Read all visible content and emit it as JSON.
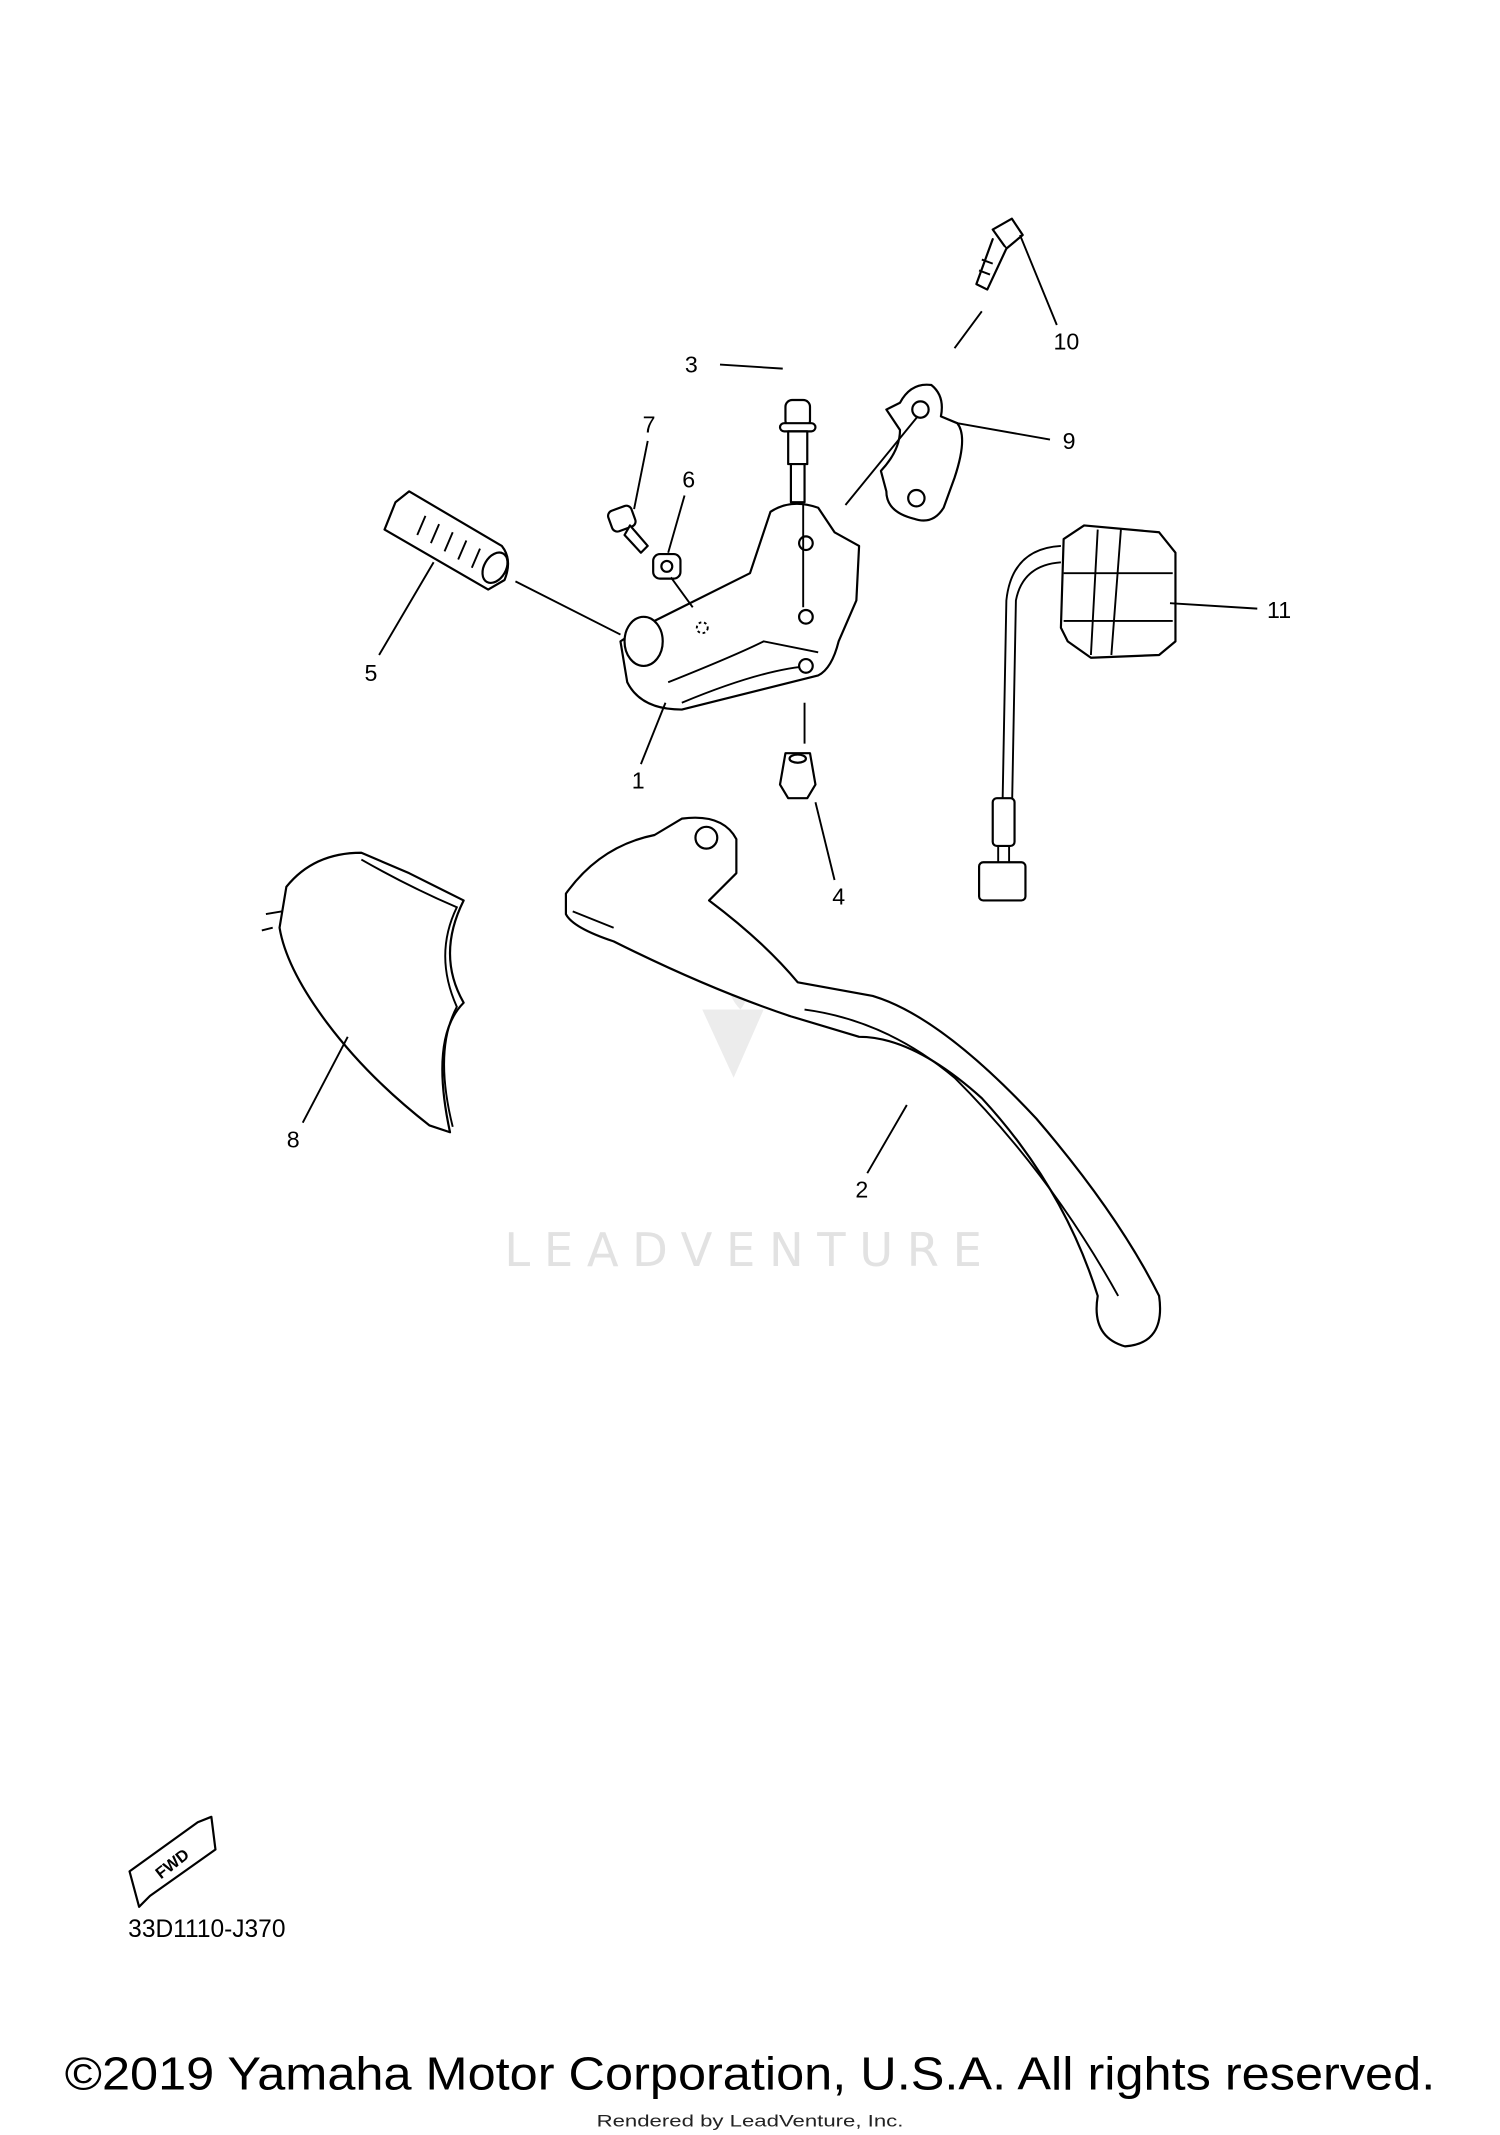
{
  "diagram": {
    "callouts": [
      "1",
      "2",
      "3",
      "4",
      "5",
      "6",
      "7",
      "8",
      "9",
      "10",
      "11"
    ],
    "watermark_text": "LEADVENTURE",
    "fwd_label": "FWD",
    "diagram_code": "33D1110-J370"
  },
  "footer": {
    "copyright": "©2019 Yamaha Motor Corporation, U.S.A. All rights reserved.",
    "rendered_by": "Rendered by LeadVenture, Inc."
  }
}
